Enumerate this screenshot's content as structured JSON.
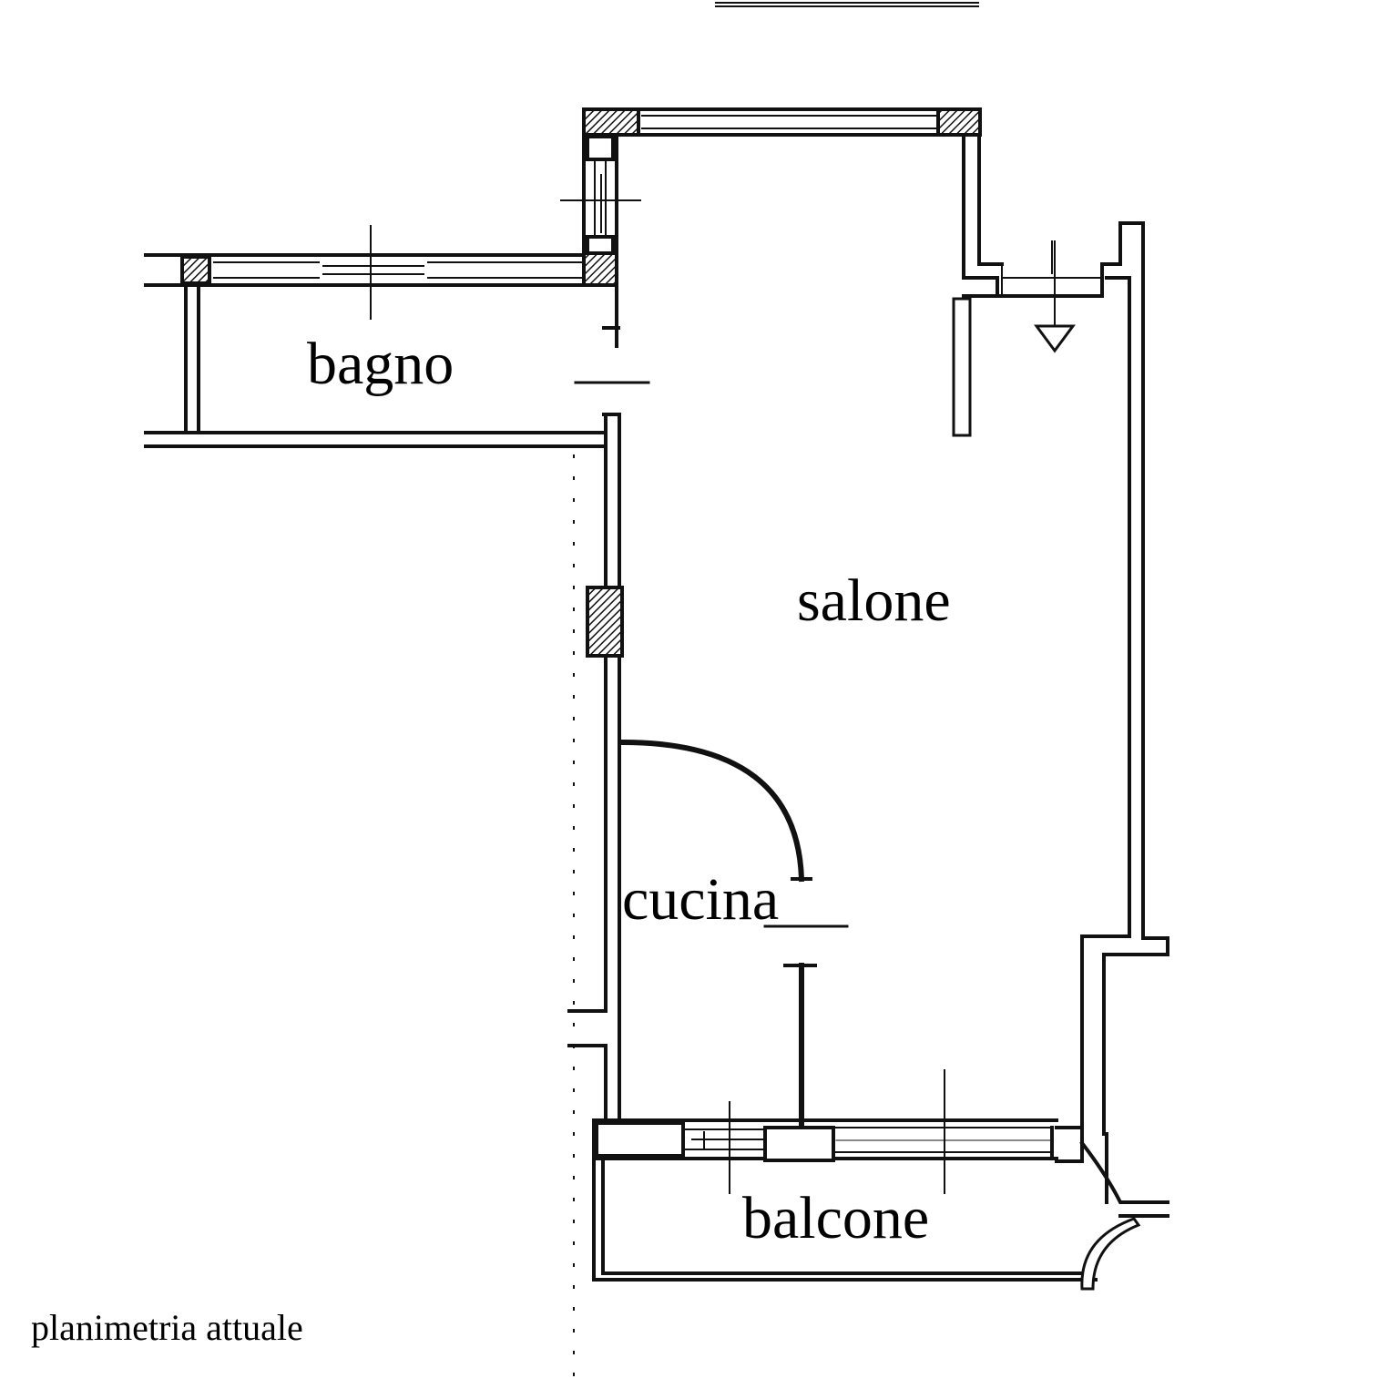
{
  "rooms": {
    "bagno": "bagno",
    "salone": "salone",
    "cucina": "cucina",
    "balcone": "balcone"
  },
  "caption": "planimetria attuale",
  "colors": {
    "line": "#111111",
    "background": "#ffffff"
  }
}
